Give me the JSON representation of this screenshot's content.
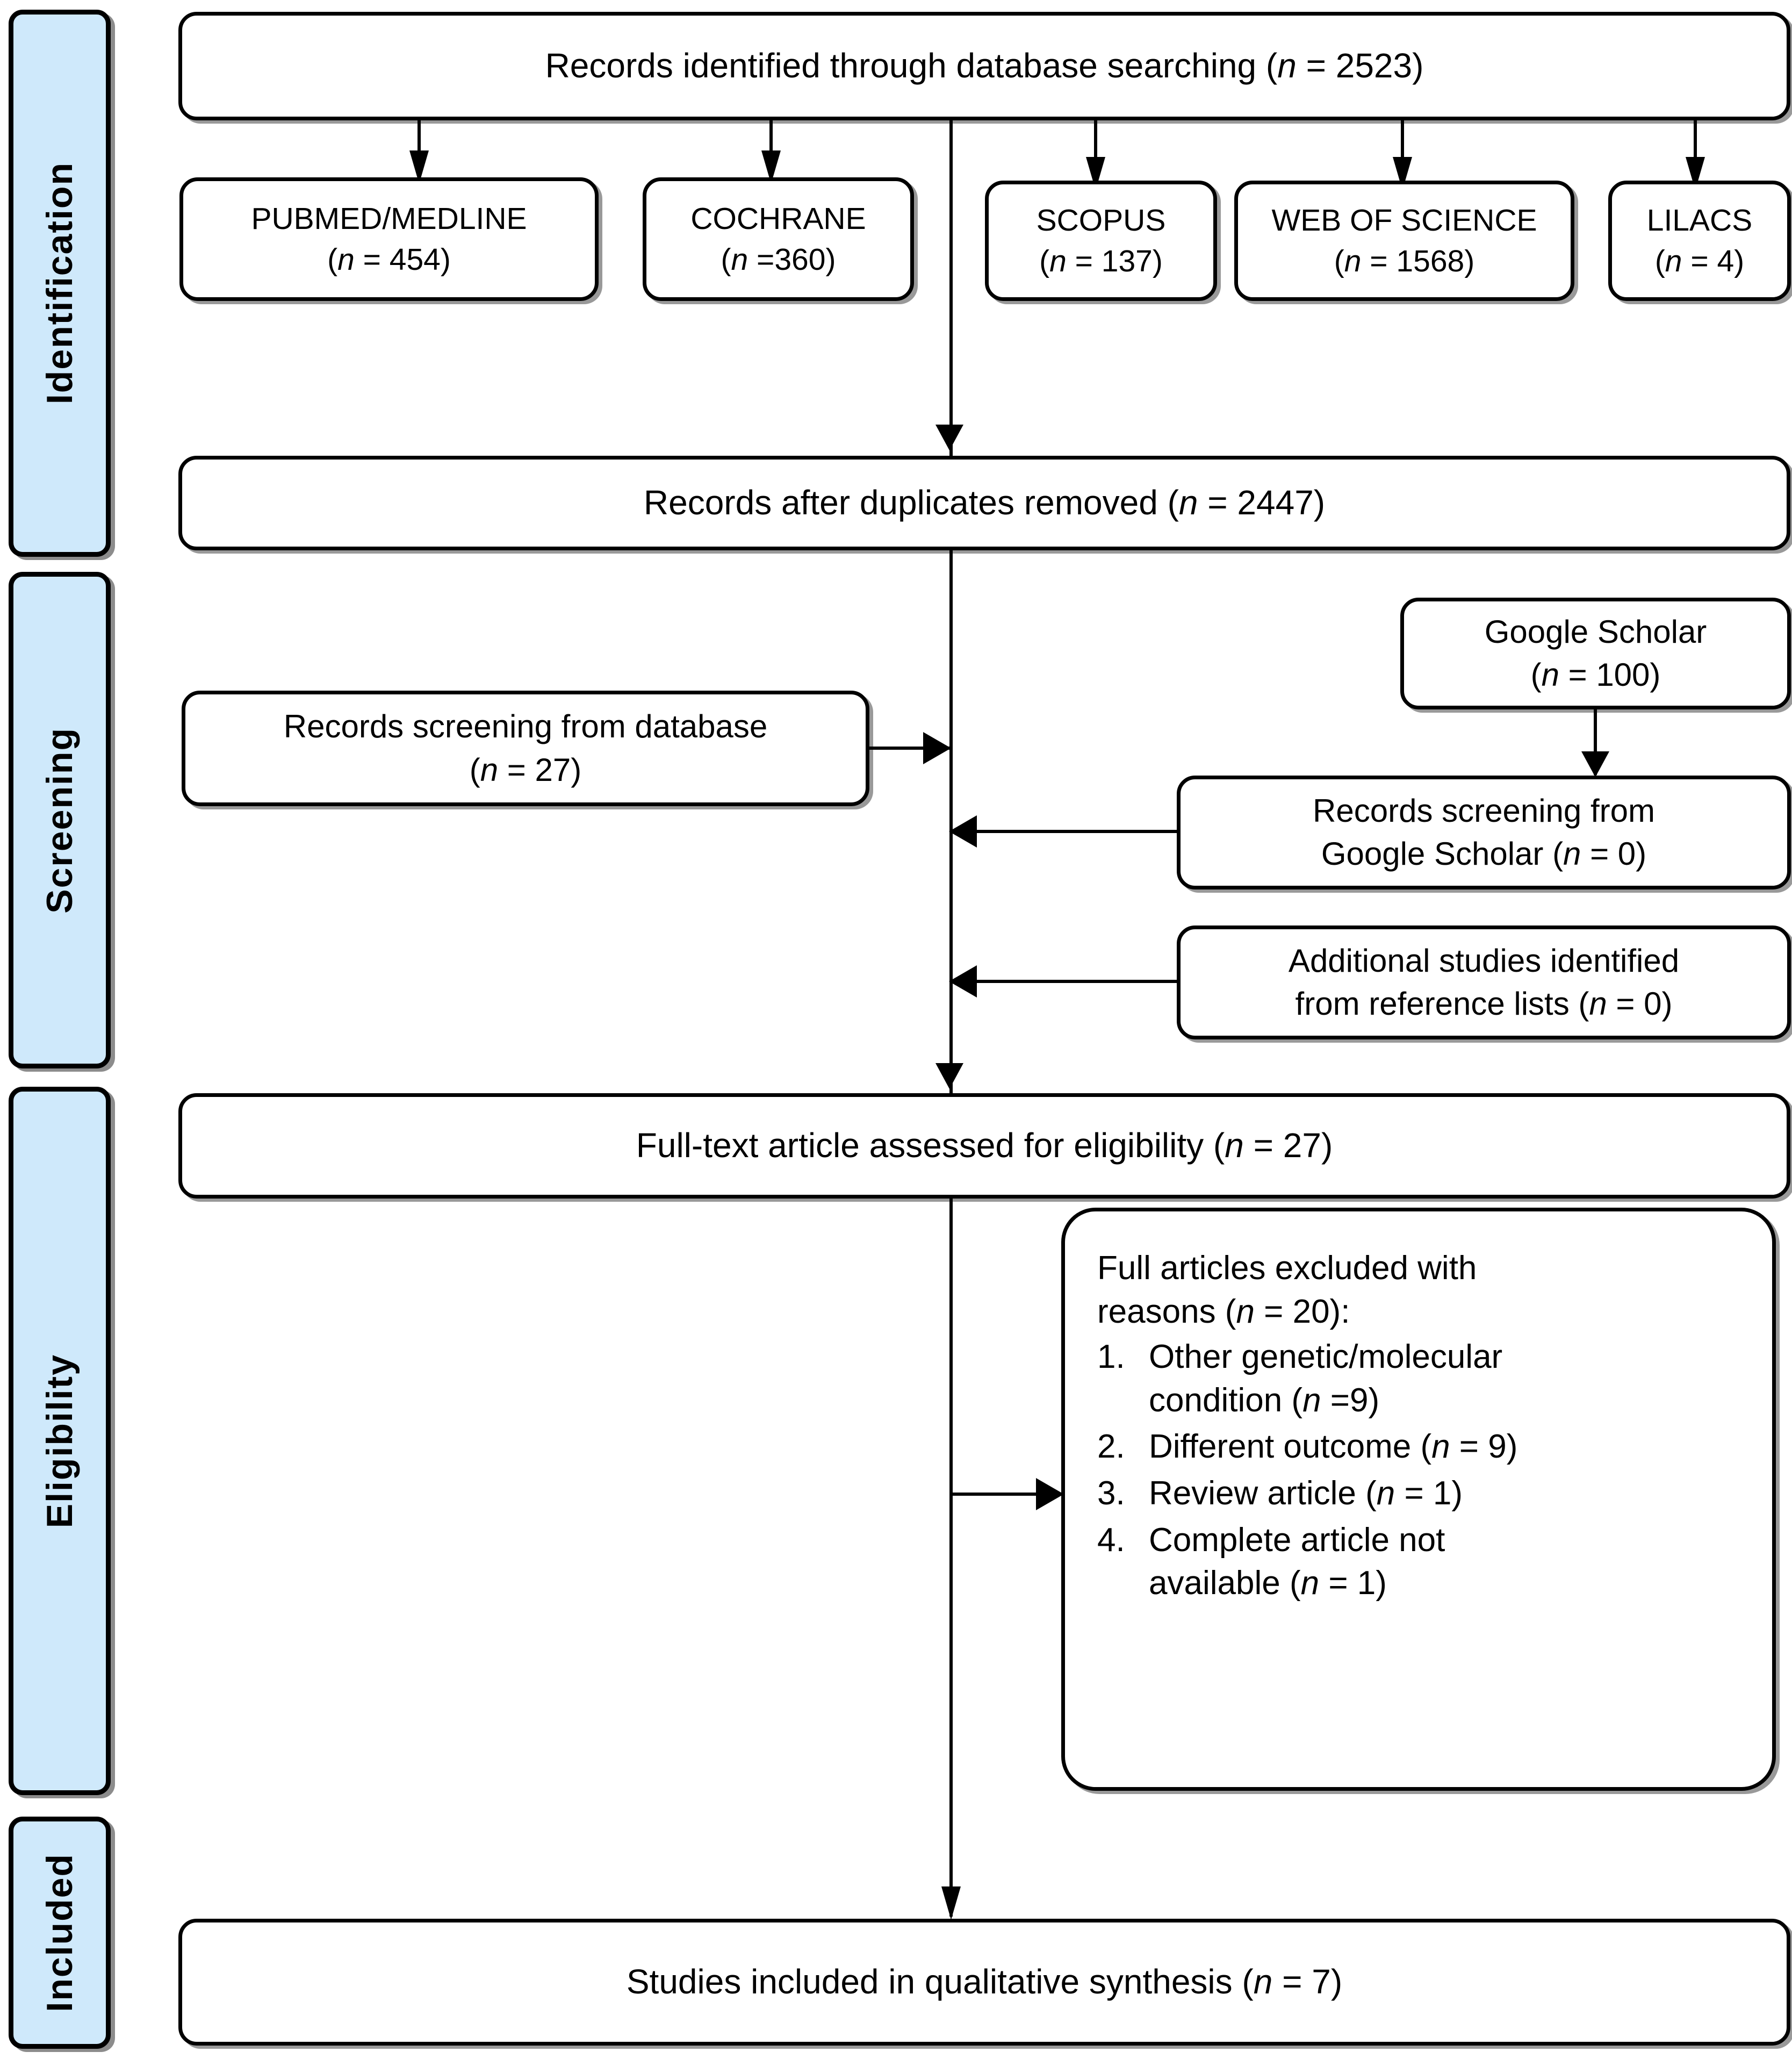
{
  "diagram": {
    "type": "prisma-flow-diagram",
    "accent_color": "#CFE9FB",
    "line_color": "#000000"
  },
  "stages": [
    {
      "key": "identification",
      "label": "Identification"
    },
    {
      "key": "screening",
      "label": "Screening"
    },
    {
      "key": "eligibility",
      "label": "Eligibility"
    },
    {
      "key": "included",
      "label": "Included"
    }
  ],
  "identification": {
    "top_box": {
      "text": "Records identified through database searching (",
      "n_italic": "n",
      "n_value": " = 2523)"
    },
    "databases": [
      {
        "name": "PUBMED/MEDLINE",
        "count_prefix": "(",
        "n_italic": "n",
        "count": " = 454)"
      },
      {
        "name": "COCHRANE",
        "count_prefix": "(",
        "n_italic": "n",
        "count": " =360)"
      },
      {
        "name": "SCOPUS",
        "count_prefix": "(",
        "n_italic": "n",
        "count": " = 137)"
      },
      {
        "name": "WEB OF SCIENCE",
        "count_prefix": "(",
        "n_italic": "n",
        "count": " = 1568)"
      },
      {
        "name": "LILACS",
        "count_prefix": "(",
        "n_italic": "n",
        "count": " = 4)"
      }
    ],
    "duplicates_box": {
      "text": "Records after duplicates removed (",
      "n_italic": "n",
      "n_value": " = 2447)"
    }
  },
  "screening": {
    "records_from_database": {
      "line1": "Records screening from database",
      "line2_prefix": "(",
      "n_italic": "n",
      "line2_value": " = 27)"
    },
    "google_scholar_source": {
      "line1": "Google Scholar",
      "line2_prefix": "(",
      "n_italic": "n",
      "line2_value": " = 100)"
    },
    "records_from_google_scholar": {
      "line1": "Records screening from",
      "line2": "Google Scholar (",
      "n_italic": "n",
      "line2_value": " = 0)"
    },
    "additional_studies": {
      "line1": "Additional studies identified",
      "line2": "from reference lists (",
      "n_italic": "n",
      "line2_value": " = 0)"
    }
  },
  "eligibility": {
    "fulltext_box": {
      "text": "Full-text article assessed for eligibility (",
      "n_italic": "n",
      "n_value": " = 27)"
    },
    "exclusion_box": {
      "heading_line1": "Full articles excluded with",
      "heading_line2_prefix": "reasons (",
      "heading_n_italic": "n",
      "heading_line2_value": " = 20):",
      "reasons": [
        {
          "num": "1.",
          "line1": "Other genetic/molecular",
          "line2": "condition (",
          "n_italic": "n",
          "count": " =9)"
        },
        {
          "num": "2.",
          "line1": "Different outcome (",
          "line2": "",
          "n_italic": "n",
          "count": " = 9)"
        },
        {
          "num": "3.",
          "line1": "Review article (",
          "line2": "",
          "n_italic": "n",
          "count": " = 1)"
        },
        {
          "num": "4.",
          "line1": "Complete article not",
          "line2": "available (",
          "n_italic": "n",
          "count": " = 1)"
        }
      ]
    }
  },
  "included": {
    "final_box": {
      "text": "Studies included in qualitative synthesis (",
      "n_italic": "n",
      "n_value": " = 7)"
    }
  }
}
